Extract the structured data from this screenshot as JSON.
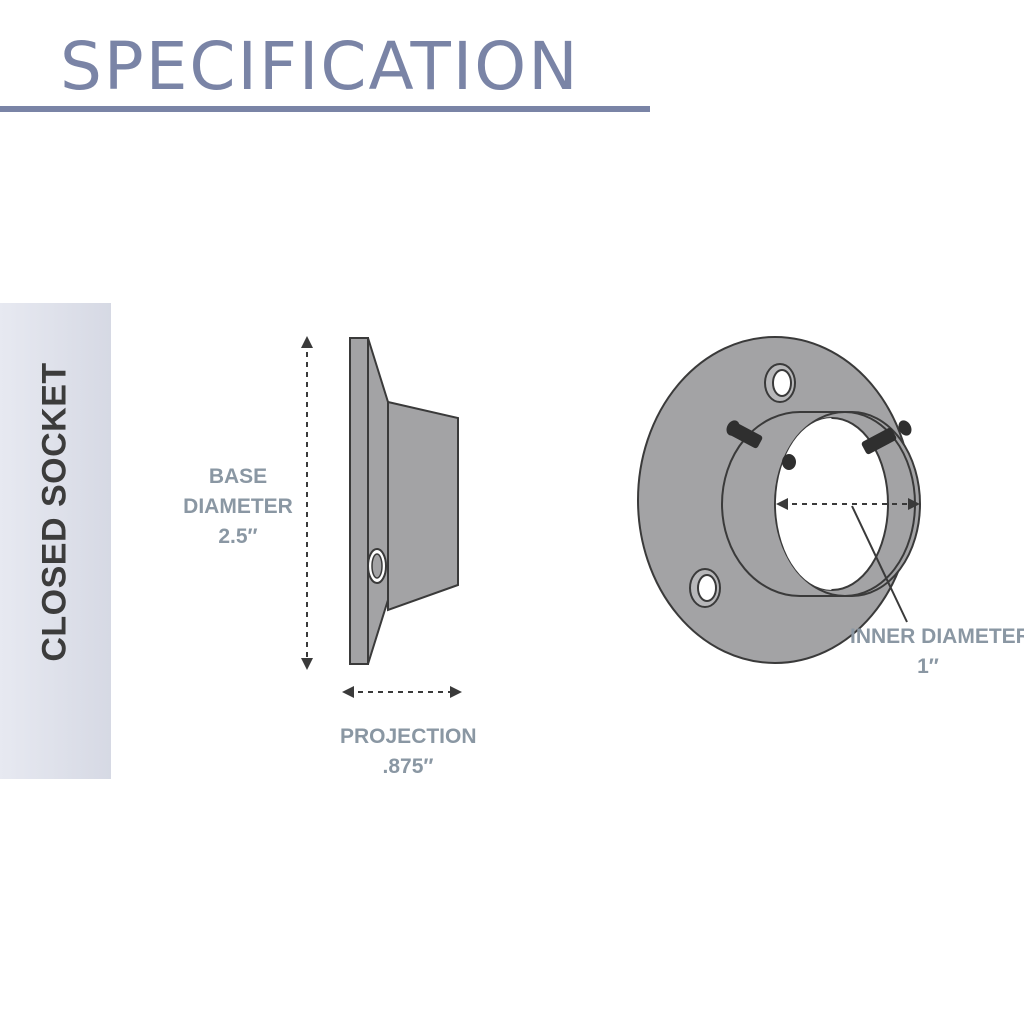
{
  "header": {
    "title": "SPECIFICATION"
  },
  "sidebar": {
    "label": "CLOSED SOCKET"
  },
  "dimensions": {
    "base": {
      "line1": "BASE",
      "line2": "DIAMETER",
      "value": "2.5″"
    },
    "projection": {
      "label": "PROJECTION",
      "value": ".875″"
    },
    "inner": {
      "label": "INNER DIAMETER",
      "value": "1″"
    }
  },
  "colors": {
    "accent": "#7a84a6",
    "metal": "#a3a3a5",
    "outline": "#3a3a3a",
    "label": "#8a97a3"
  }
}
